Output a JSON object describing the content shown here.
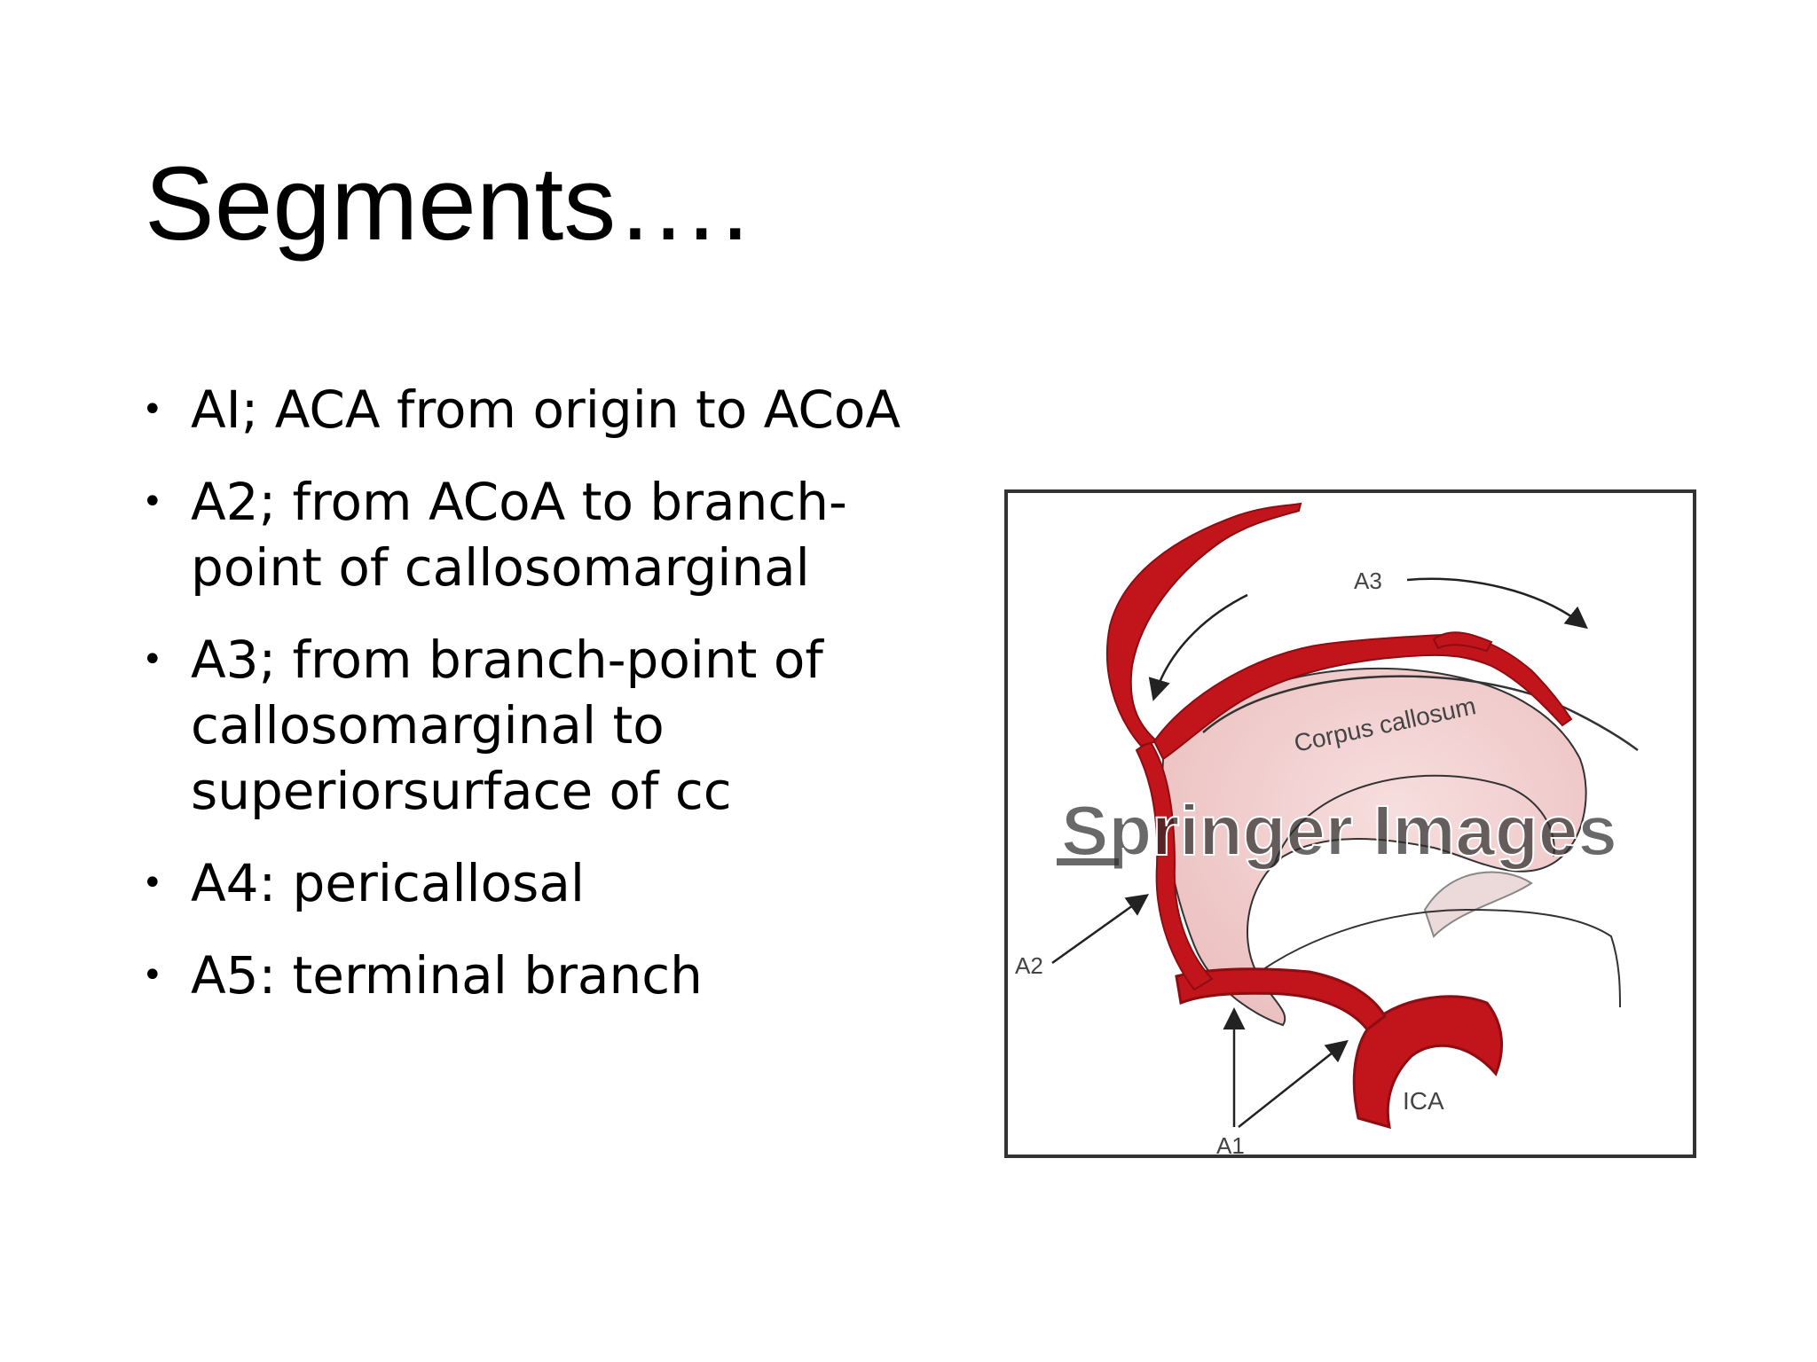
{
  "slide": {
    "title": "Segments…."
  },
  "bullets": [
    {
      "text": "AI; ACA from origin to ACoA"
    },
    {
      "text": "A2;  from ACoA to branch-point of callosomarginal"
    },
    {
      "text": "A3; from branch-point of callosomarginal to superiorsurface of cc"
    },
    {
      "text": "A4: pericallosal"
    },
    {
      "text": "A5: terminal branch"
    }
  ],
  "figure": {
    "labels": {
      "a1": "A1",
      "a2": "A2",
      "a3": "A3",
      "ica": "ICA",
      "corpus_callosum": "Corpus callosum"
    },
    "watermark": "Springer Images",
    "colors": {
      "artery": "#c1141b",
      "artery_dark": "#8e0d12",
      "callosum_fill": "#f3cfcf",
      "arrow": "#222222"
    }
  }
}
